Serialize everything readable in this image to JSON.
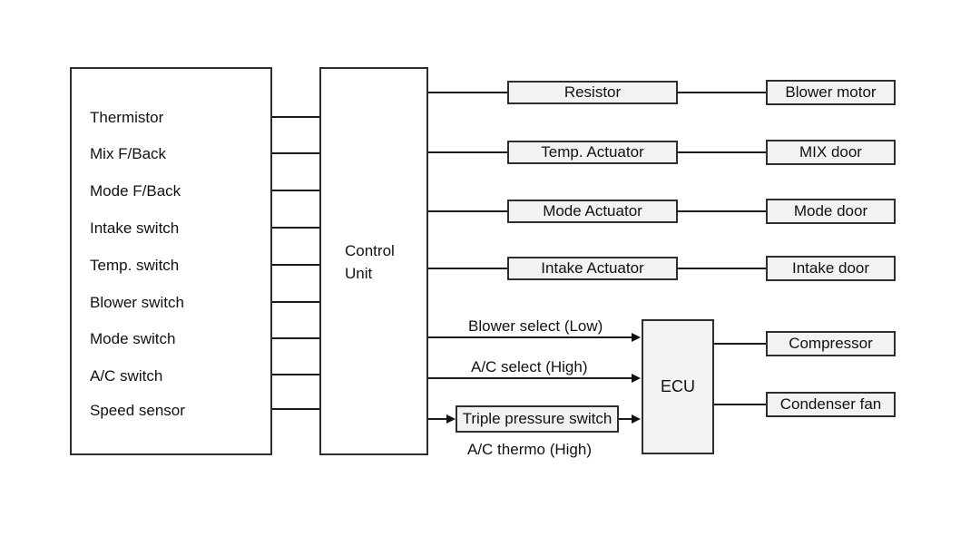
{
  "diagram": {
    "title_hint": "HVAC control unit block diagram",
    "inputs": [
      "Thermistor",
      "Mix F/Back",
      "Mode F/Back",
      "Intake switch",
      "Temp. switch",
      "Blower switch",
      "Mode switch",
      "A/C switch",
      "Speed sensor"
    ],
    "control_unit": "Control Unit",
    "rows": [
      {
        "device": "Resistor",
        "target": "Blower motor"
      },
      {
        "device": "Temp. Actuator",
        "target": "MIX door"
      },
      {
        "device": "Mode Actuator",
        "target": "Mode door"
      },
      {
        "device": "Intake Actuator",
        "target": "Intake door"
      }
    ],
    "ecu": {
      "label": "ECU",
      "signals": [
        "Blower select (Low)",
        "A/C select (High)"
      ],
      "pressure_switch": "Triple pressure switch",
      "pressure_note": "A/C thermo (High)",
      "outputs": [
        "Compressor",
        "Condenser fan"
      ]
    },
    "colors": {
      "background": "#ffffff",
      "line": "#1a1a1a",
      "box_border": "#2e2e2e",
      "box_fill": "#f2f2f2"
    }
  }
}
